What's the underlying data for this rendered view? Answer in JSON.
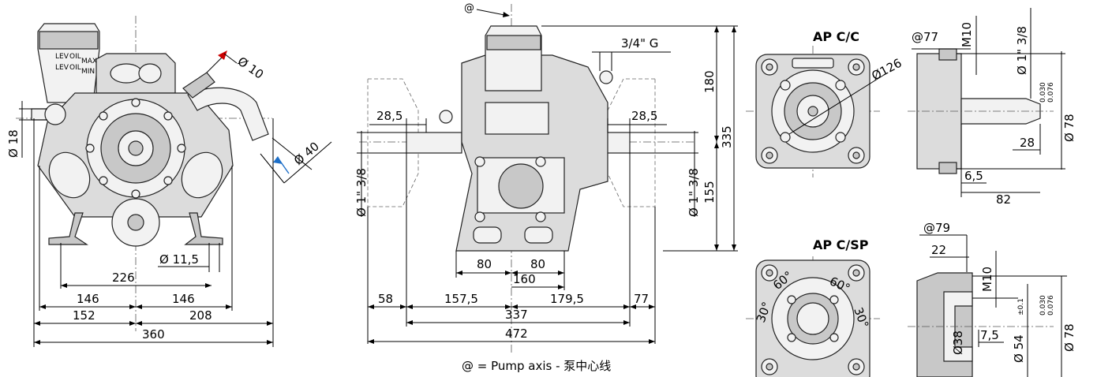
{
  "front_view": {
    "dims": {
      "d18": "Ø 18",
      "d10": "Ø 10",
      "d40": "Ø 40",
      "d11_5": "Ø 11,5",
      "w226": "226",
      "w146a": "146",
      "w146b": "146",
      "w152": "152",
      "w208": "208",
      "w360": "360"
    },
    "oil_labels": [
      "LEV",
      "OIL",
      "MAX",
      "LEV",
      "OIL",
      "MIN"
    ]
  },
  "side_view": {
    "dims": {
      "at_mark": "@",
      "g34": "3/4\" G",
      "s28_5_left": "28,5",
      "s28_5_right": "28,5",
      "h180": "180",
      "h335": "335",
      "h155": "155",
      "shaft_left": "Ø 1\" 3/8",
      "shaft_right": "Ø 1\" 3/8",
      "b80a": "80",
      "b80b": "80",
      "b160": "160",
      "w58": "58",
      "w157_5": "157,5",
      "w179_5": "179,5",
      "w77": "77",
      "w337": "337",
      "w472": "472"
    },
    "footnote": "@ = Pump axis - 泵中心线"
  },
  "ap_cc": {
    "title": "AP C/C",
    "d126": "Ø126",
    "at77": "@77",
    "m10": "M10",
    "shaft": "Ø 1\" 3/8",
    "tol_top": "0.030",
    "tol_bot": "0.076",
    "d78": "Ø 78",
    "l28": "28",
    "l6_5": "6,5",
    "l82": "82"
  },
  "ap_csp": {
    "title": "AP C/SP",
    "at79": "@79",
    "l22": "22",
    "m10": "M10",
    "ang_a": "60°",
    "ang_b": "60°",
    "ang_c": "30°",
    "ang_d": "30°",
    "d38": "Ø38",
    "l7_5": "7,5",
    "d54": "Ø 54",
    "tol54": "±0.1",
    "tol_top": "0.030",
    "tol_bot": "0.076",
    "d78": "Ø 78"
  }
}
